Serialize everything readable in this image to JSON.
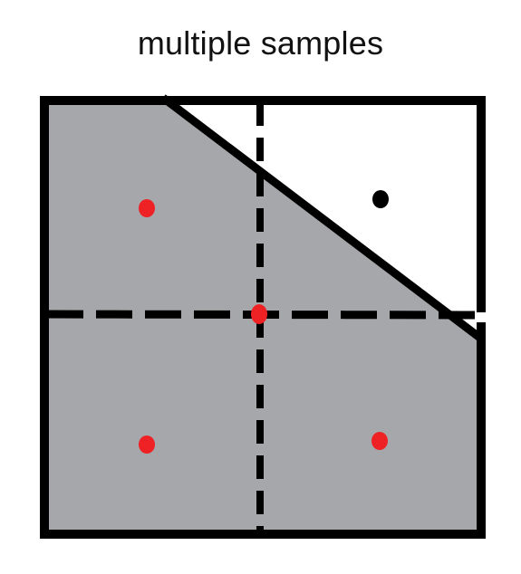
{
  "title": "multiple samples",
  "colors": {
    "covered_fill": "#a6a7aa",
    "uncovered_fill": "#ffffff",
    "stroke": "#000000",
    "covered_sample": "#ee2125",
    "uncovered_sample": "#000000"
  },
  "samples": [
    {
      "name": "sample-top-left",
      "covered": true
    },
    {
      "name": "sample-top-right",
      "covered": false
    },
    {
      "name": "sample-center",
      "covered": true
    },
    {
      "name": "sample-bottom-left",
      "covered": true
    },
    {
      "name": "sample-bottom-right",
      "covered": true
    }
  ]
}
